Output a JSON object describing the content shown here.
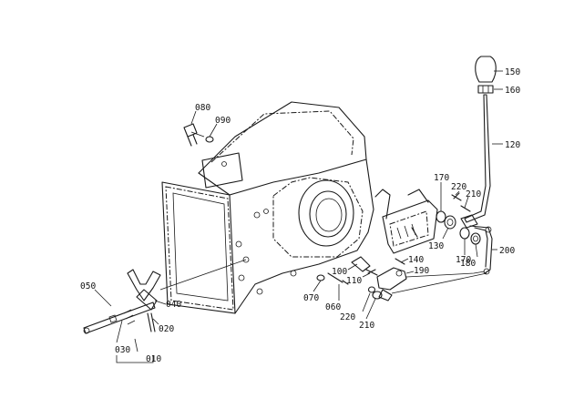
{
  "parts": {
    "p010": "010",
    "p020": "020",
    "p030": "030",
    "p040": "040",
    "p050": "050",
    "p060": "060",
    "p070": "070",
    "p080": "080",
    "p090": "090",
    "p100": "100",
    "p110": "110",
    "p120": "120",
    "p130": "130",
    "p140": "140",
    "p150": "150",
    "p160": "160",
    "p170a": "170",
    "p170b": "170",
    "p180": "180",
    "p190": "190",
    "p200": "200",
    "p210a": "210",
    "p210b": "210",
    "p220a": "220",
    "p220b": "220"
  }
}
